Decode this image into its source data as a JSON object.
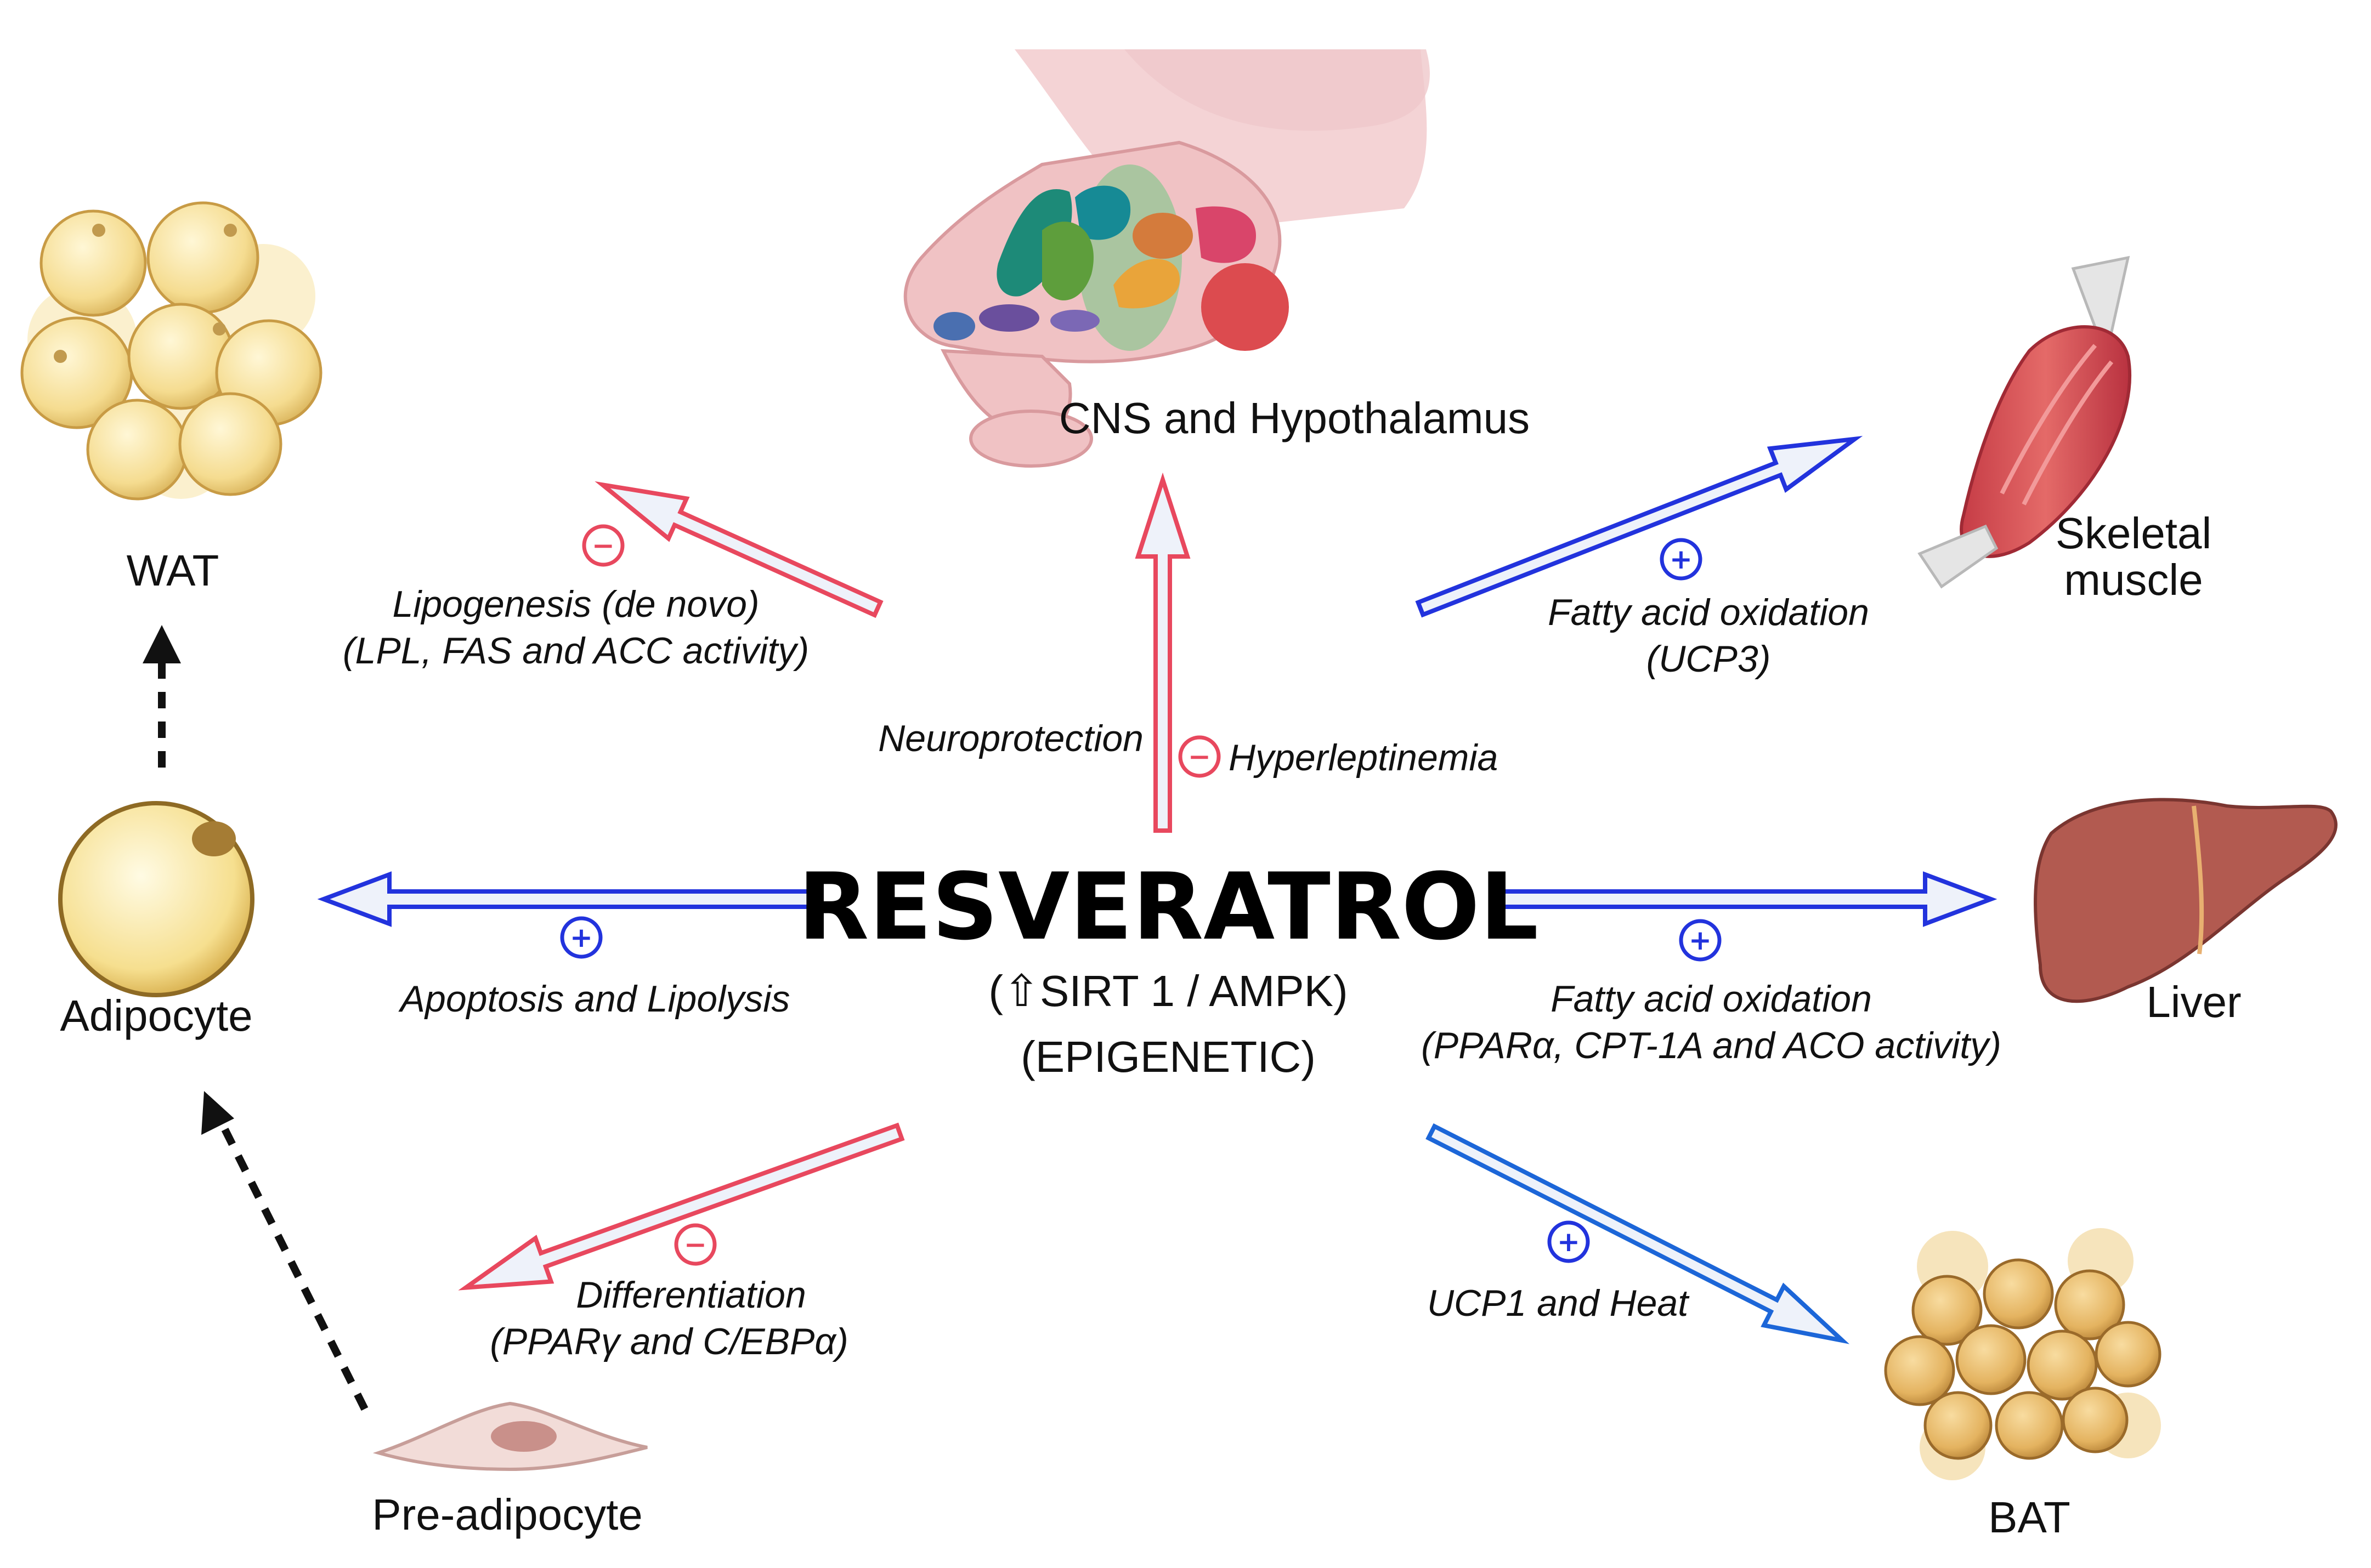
{
  "center": {
    "title": "RESVERATROL",
    "line1": "(⇧SIRT 1 / AMPK)",
    "line2": "(EPIGENETIC)"
  },
  "organs": {
    "cns": "CNS and Hypothalamus",
    "wat": "WAT",
    "skeletal_line1": "Skeletal",
    "skeletal_line2": "muscle",
    "adipocyte": "Adipocyte",
    "liver": "Liver",
    "preadipocyte": "Pre-adipocyte",
    "bat": "BAT"
  },
  "effects": {
    "wat_line1": "Lipogenesis (de novo)",
    "wat_line2": "(LPL, FAS and ACC activity)",
    "cns_left": "Neuroprotection",
    "cns_right": "Hyperleptinemia",
    "muscle_line1": "Fatty acid oxidation",
    "muscle_line2": "(UCP3)",
    "adipocyte": "Apoptosis and Lipolysis",
    "liver_line1": "Fatty acid oxidation",
    "liver_line2": "(PPARα, CPT-1A and ACO activity)",
    "pre_line1": "Differentiation",
    "pre_line2": "(PPARγ and C/EBPα)",
    "bat": "UCP1 and Heat"
  },
  "signs": {
    "minus": "−",
    "plus": "+"
  },
  "colors": {
    "inhibit": "#e8485e",
    "activate": "#2233dd",
    "activate_bat": "#1c66d8",
    "arrow_fill": "#eef2fa",
    "fat_cell": "#f3d98d",
    "brown_fat": "#e0b866",
    "muscle": "#d44a4f",
    "liver": "#b25a50",
    "brain": "#efc3c6"
  }
}
